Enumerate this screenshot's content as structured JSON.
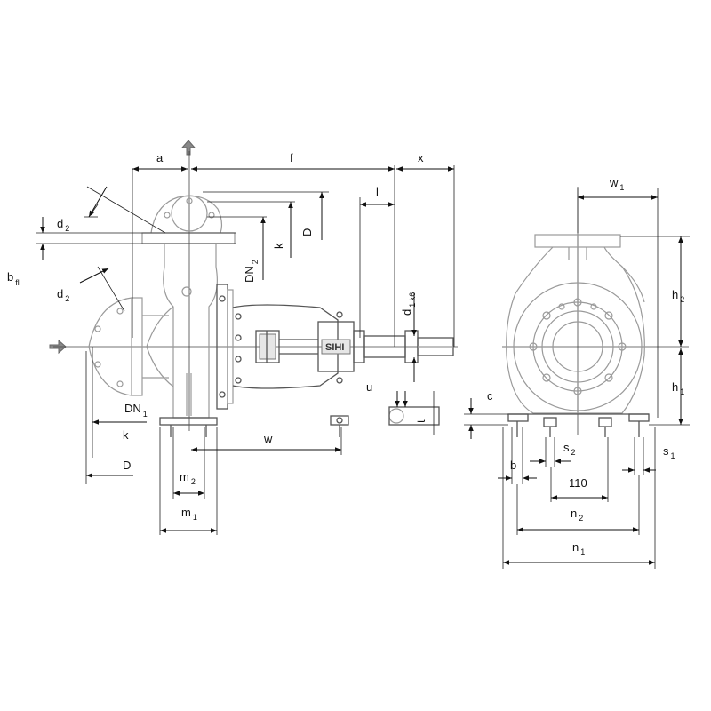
{
  "diagram": {
    "brand_text": "SIHI",
    "side_view": {
      "labels": {
        "a": "a",
        "f": "f",
        "x": "x",
        "l": "l",
        "d2_top": "d",
        "d2_top_sub": "2",
        "b_fl": "b",
        "b_fl_sub": "fl",
        "d2_mid": "d",
        "d2_mid_sub": "2",
        "dn2": "DN",
        "dn2_sub": "2",
        "k_top": "k",
        "D_top": "D",
        "d1": "d",
        "d1_sub": "1 k6",
        "dn1": "DN",
        "dn1_sub": "1",
        "k_bottom": "k",
        "D_bottom": "D",
        "m2": "m",
        "m2_sub": "2",
        "m1": "m",
        "m1_sub": "1",
        "w": "w",
        "u": "u",
        "t": "t"
      }
    },
    "front_view": {
      "labels": {
        "w1": "w",
        "w1_sub": "1",
        "h2": "h",
        "h2_sub": "2",
        "h1": "h",
        "h1_sub": "1",
        "c": "c",
        "b": "b",
        "s2": "s",
        "s2_sub": "2",
        "s1": "s",
        "s1_sub": "1",
        "dim_110": "110",
        "n2": "n",
        "n2_sub": "2",
        "n1": "n",
        "n1_sub": "1"
      }
    }
  }
}
